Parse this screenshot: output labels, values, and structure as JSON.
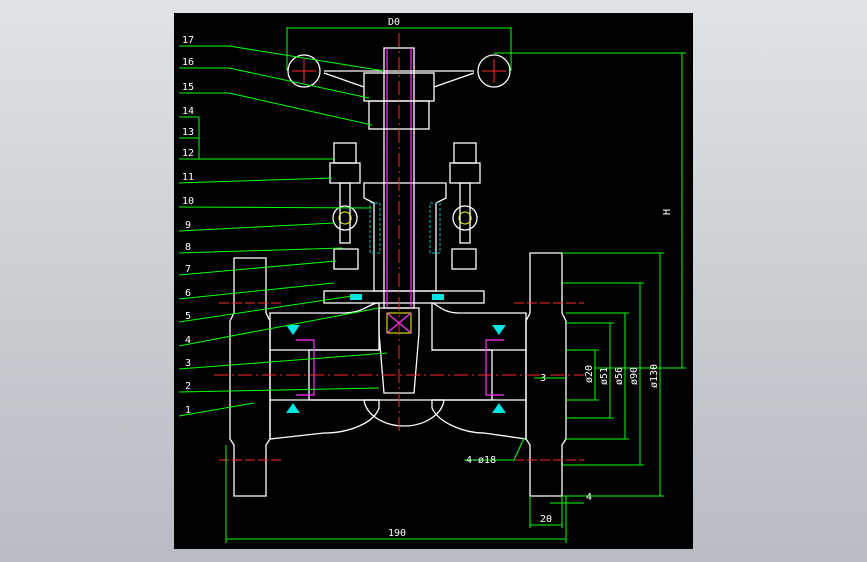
{
  "drawing": {
    "part_labels": [
      "17",
      "16",
      "15",
      "14",
      "13",
      "12",
      "11",
      "10",
      "9",
      "8",
      "7",
      "6",
      "5",
      "4",
      "3",
      "2",
      "1"
    ],
    "dimensions": {
      "top": "D0",
      "height": "H",
      "diameters": [
        "ø20",
        "ø51",
        "ø56",
        "ø90",
        "ø130"
      ],
      "bolt_holes": "4-ø18",
      "small_gap": "3",
      "flange_offset": "4",
      "flange_thickness": "20",
      "overall_length": "190"
    }
  },
  "colors": {
    "background": "#000000",
    "leader": "#00ff00",
    "outline": "#ffffff",
    "centerline": "#ff2a2a",
    "hatch": "#00bfbf",
    "gasket": "#00e5e5",
    "stem_edge": "#ff33ff"
  }
}
